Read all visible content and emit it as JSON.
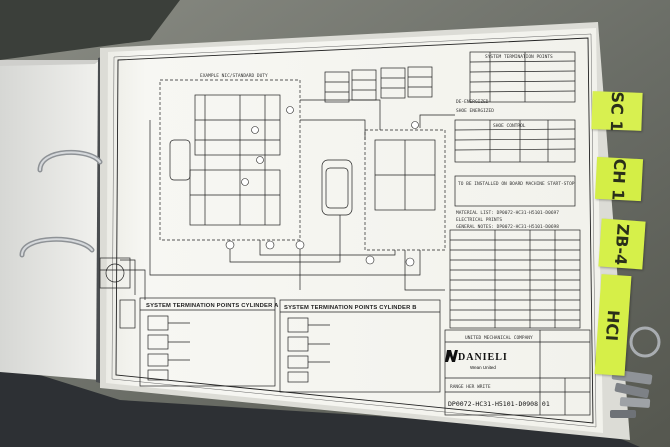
{
  "drawing": {
    "top_header": "SYSTEM TERMINATION POINTS",
    "legend_title": "EXAMPLE NIC/STANDARD DUTY",
    "status_line_1": "DE-ENERGIZED",
    "status_line_2": "SHOE ENERGIZED",
    "table_title": "SHOE CONTROL",
    "note_block": "TO BE INSTALLED ON BOARD MACHINE START-STOP",
    "material_list": "MATERIAL LIST: DP0072-HC31-H5101-D0697",
    "electrical_prints": "ELECTRICAL PRINTS",
    "general_notes": "GENERAL NOTES: DP0072-HC31-H5101-D0698",
    "cylinder_a_title": "SYSTEM TERMINATION POINTS CYLINDER A",
    "cylinder_b_title": "SYSTEM TERMINATION POINTS CYLINDER B",
    "company_strip": "UNITED MECHANICAL COMPANY",
    "logo_name": "DANIELI",
    "logo_sub": "Wean United",
    "title_block_line": "RANGE HER WRITE",
    "drawing_number": "DP0072-HC31-H5101-D0908 01"
  },
  "tabs": [
    {
      "text": "SC 1"
    },
    {
      "text": "CH 1"
    },
    {
      "text": "ZB-4"
    },
    {
      "text": "HCI"
    }
  ],
  "colors": {
    "tab": "#d9f24a",
    "paper": "#f6f6f2",
    "binder": "#2b2f33",
    "ring": "#b8bcc0"
  }
}
